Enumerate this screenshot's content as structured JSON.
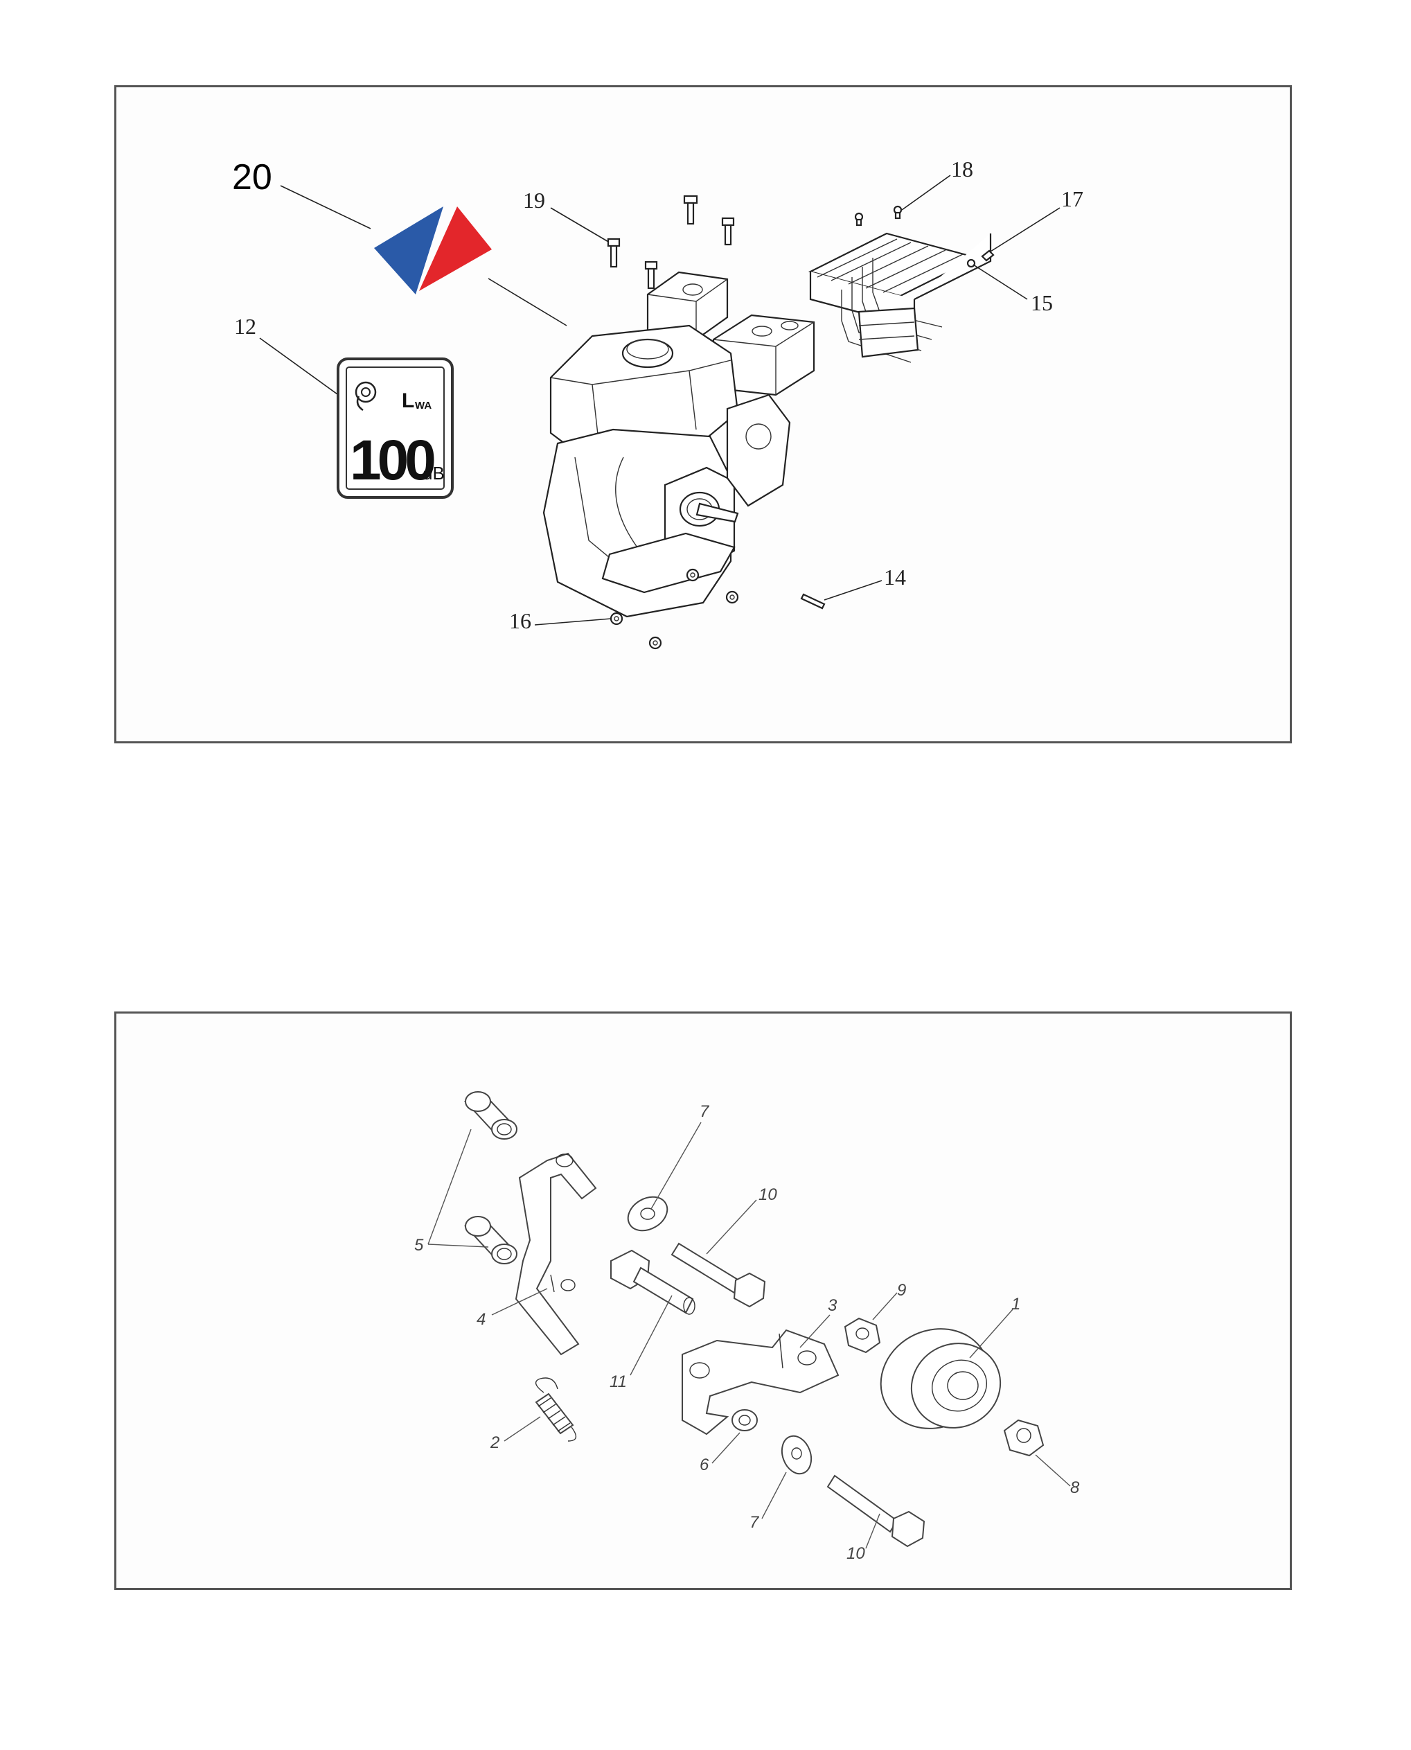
{
  "top_diagram": {
    "callouts": [
      "20",
      "19",
      "18",
      "17",
      "15",
      "12",
      "14",
      "16"
    ],
    "noise_label": {
      "symbol": "L",
      "subscript": "WA",
      "value": "100",
      "unit": "dB"
    },
    "logo_colors": {
      "blue": "#2a5aa8",
      "red": "#e3262b"
    }
  },
  "bottom_diagram": {
    "callouts": [
      "7",
      "10",
      "5",
      "4",
      "11",
      "3",
      "9",
      "1",
      "2",
      "6",
      "7",
      "10",
      "8"
    ]
  }
}
